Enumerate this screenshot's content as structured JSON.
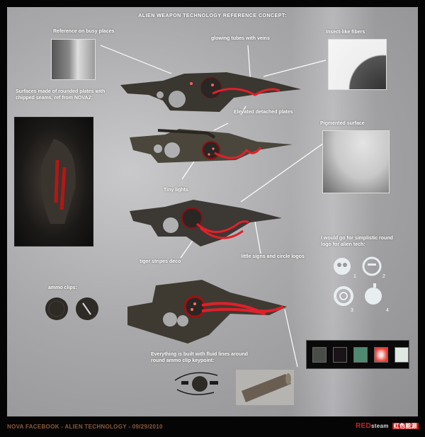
{
  "title": "ALIEN WEAPON TECHNOLOGY REFERENCE CONCEPT:",
  "labels": {
    "busy": "Reference on busy places",
    "glowing": "glowing tubes with veins",
    "insect": "Insect-like fibers",
    "surfaces": [
      "Surfaces made of rounded plates with",
      "chipped seams, ref from NOVA2:"
    ],
    "elevated": "Elevated detached plates",
    "pigmented": "Pigmented surface",
    "tiny": "Tiny lights",
    "tiger": "tiger stripes deco",
    "signs": "little signs and circle logos",
    "logo_note": [
      "I would go for simplistic round",
      "logo for alien tech:"
    ],
    "logo_numbers": [
      "1",
      "2",
      "3",
      "4"
    ],
    "ammo": "ammo clips:",
    "everything": [
      "Everything is built with fluid lines around",
      "round ammo clip keypoint:"
    ]
  },
  "swatches": [
    "#4a4d47",
    "#1a1418",
    "#4e8a72",
    "#e8302a",
    "#dfe8e2"
  ],
  "footer": {
    "left": "NOVA FACEBOOK - ALIEN TECHNOLOGY - 09/29/2010",
    "brand_red": "RED",
    "brand_white": "steam",
    "brand_cn": "红色能源"
  }
}
